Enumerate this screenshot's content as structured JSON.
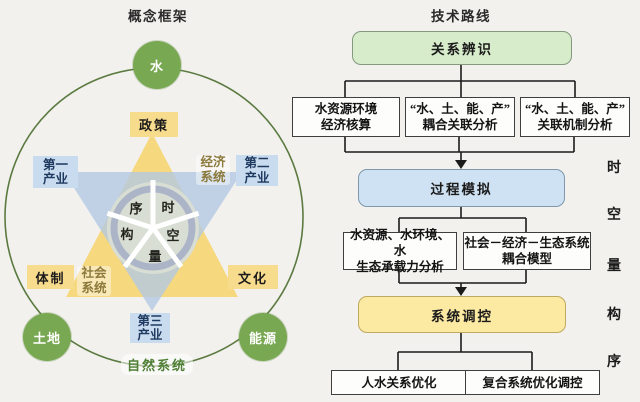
{
  "titles": {
    "concept": "概念框架",
    "route": "技术路线"
  },
  "concept": {
    "nodes": {
      "water": "水",
      "land": "土地",
      "energy": "能源"
    },
    "yellow_tags": {
      "policy": "政策",
      "institution": "体制",
      "culture": "文化"
    },
    "industries": {
      "first": {
        "l1": "第一",
        "l2": "产业"
      },
      "second": {
        "l1": "第二",
        "l2": "产业"
      },
      "third": {
        "l1": "第三",
        "l2": "产业"
      }
    },
    "systems": {
      "economic": {
        "l1": "经济",
        "l2": "系统"
      },
      "social": {
        "l1": "社会",
        "l2": "系统"
      },
      "natural": "自然系统"
    },
    "wheel": {
      "top_left": "序",
      "top_right": "时",
      "left": "构",
      "right": "空",
      "bottom": "量"
    }
  },
  "flow": {
    "stage1": "关系辨识",
    "row1": [
      {
        "l1": "水资源环境",
        "l2": "经济核算"
      },
      {
        "l1": "“水、土、能、产”",
        "l2": "耦合关联分析"
      },
      {
        "l1": "“水、土、能、产”",
        "l2": "关联机制分析"
      }
    ],
    "stage2": "过程模拟",
    "row2": [
      {
        "l1": "水资源、水环境、水",
        "l2": "生态承载力分析"
      },
      {
        "l1": "社会－经济－生态系统",
        "l2": "耦合模型"
      }
    ],
    "stage3": "系统调控",
    "row3": [
      "人水关系优化",
      "复合系统优化调控"
    ],
    "dims": [
      "时",
      "空",
      "量",
      "构",
      "序"
    ]
  },
  "colors": {
    "background": "#f2f1ee",
    "green_node": "#78a851",
    "outer_circle": "#5b7a40",
    "yellow_tag": "#f8dc8d",
    "blue_tag": "#c9dbee",
    "yellow_triangle": "#f6d87e",
    "blue_triangle": "#b3c9e2",
    "stage_green": "#d6ecca",
    "stage_blue": "#cfe2f3",
    "stage_yellow": "#fce9a2",
    "olive_text": "#8c7a3c",
    "natural_text": "#4f7f35",
    "connector": "#1b1b1b"
  }
}
